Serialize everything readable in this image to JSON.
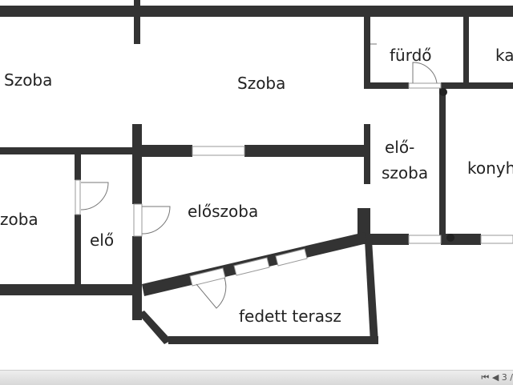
{
  "rooms": {
    "szoba_left": "Szoba",
    "szoba_main": "Szoba",
    "furdo": "fürdő",
    "kamra": "ka",
    "eloszoba_top": "elő-",
    "eloszoba_bottom": "szoba",
    "konyha": "konyh",
    "szoba_small": "zoba",
    "elo": "elő",
    "eloszoba": "előszoba",
    "terasz": "fedett terasz"
  },
  "viewer": {
    "first_icon": "skip-to-start-icon",
    "prev_icon": "previous-icon",
    "page": "3 /"
  },
  "colors": {
    "wall": "#333333"
  }
}
